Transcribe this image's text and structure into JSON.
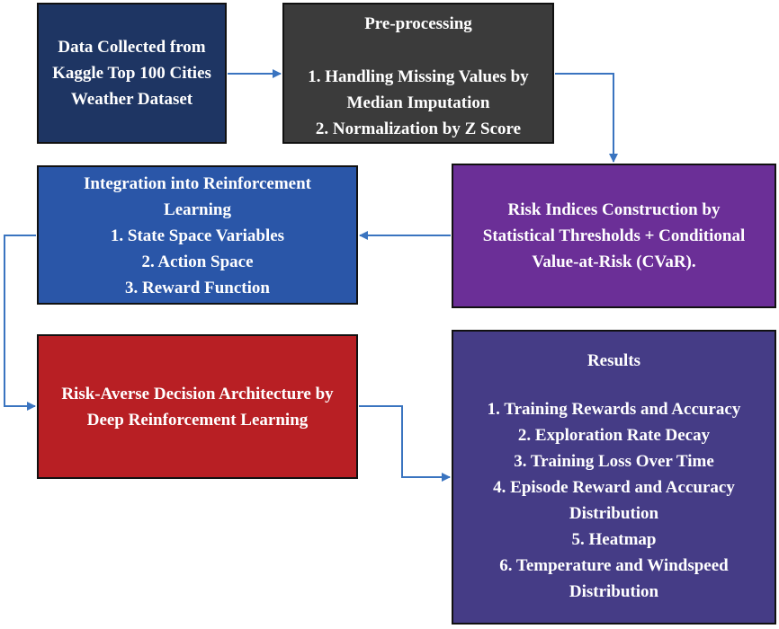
{
  "colors": {
    "data_box": "#1e3563",
    "preprocessing_box": "#3b3b3b",
    "risk_box": "#6b2f97",
    "rl_box": "#2a56a8",
    "architecture_box": "#b81f24",
    "results_box": "#453c86",
    "connector": "#3a74c0"
  },
  "boxes": {
    "data": {
      "lines": [
        "Data Collected from",
        "Kaggle Top 100 Cities",
        "Weather Dataset"
      ]
    },
    "preprocessing": {
      "title": "Pre-processing",
      "items": [
        "1. Handling Missing Values by",
        "Median Imputation",
        "2. Normalization by Z Score"
      ]
    },
    "risk": {
      "lines": [
        "Risk Indices Construction by",
        "Statistical Thresholds + Conditional",
        "Value-at-Risk (CVaR)."
      ]
    },
    "rl": {
      "lines": [
        "Integration into Reinforcement",
        "Learning",
        "1. State Space Variables",
        "2. Action Space",
        "3. Reward Function"
      ]
    },
    "architecture": {
      "lines": [
        "Risk-Averse Decision Architecture by",
        "Deep Reinforcement Learning"
      ]
    },
    "results": {
      "title": "Results",
      "items": [
        "1. Training Rewards and Accuracy",
        "2. Exploration Rate Decay",
        "3. Training Loss Over Time",
        "4. Episode Reward and Accuracy",
        "Distribution",
        "5. Heatmap",
        "6. Temperature and Windspeed",
        "Distribution"
      ]
    }
  }
}
